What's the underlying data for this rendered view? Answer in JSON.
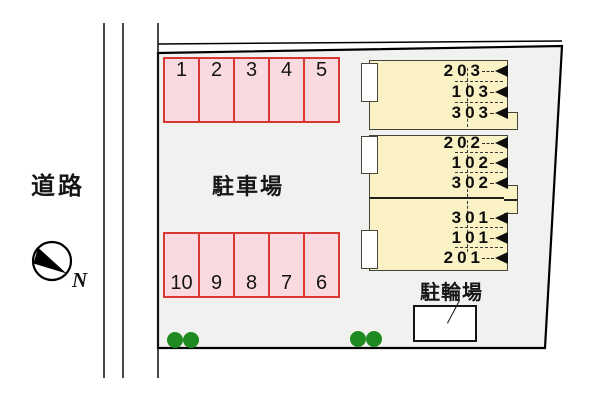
{
  "labels": {
    "road": "道路",
    "parking": "駐車場",
    "bicycle": "駐輪場",
    "compass_north": "N"
  },
  "parking": {
    "top_row_spaces": [
      "1",
      "2",
      "3",
      "4",
      "5"
    ],
    "bottom_row_spaces": [
      "10",
      "9",
      "8",
      "7",
      "6"
    ]
  },
  "building": {
    "units": [
      {
        "rooms": [
          "203",
          "103",
          "303"
        ]
      },
      {
        "rooms": [
          "202",
          "102",
          "302"
        ]
      },
      {
        "rooms": [
          "301",
          "101",
          "201"
        ]
      }
    ]
  },
  "colors": {
    "site_fill": "#f1f1ef",
    "parking_fill": "#fadae1",
    "parking_border": "#d93832",
    "building_fill": "#faf2c4",
    "building_border": "#45453c",
    "tree_green": "#1f8a1f",
    "line_black": "#141414"
  }
}
